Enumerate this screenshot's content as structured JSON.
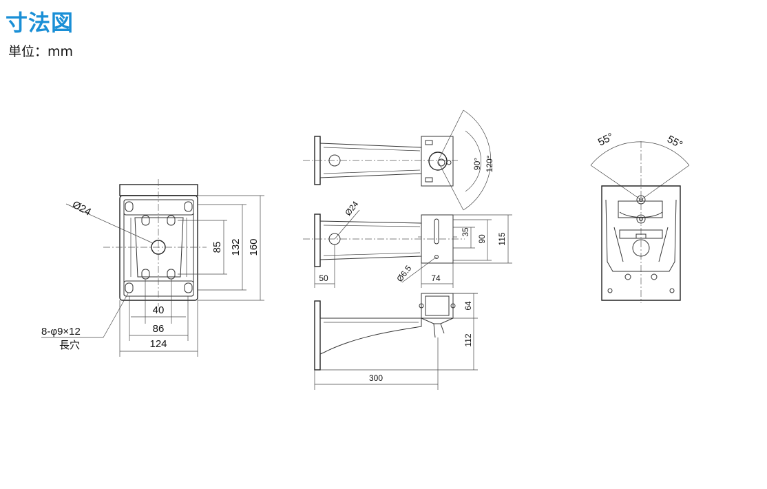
{
  "header": {
    "title": "寸法図",
    "unit": "単位：mm"
  },
  "front_view": {
    "hole_dia": "Ø24",
    "dim_85": "85",
    "dim_132": "132",
    "dim_160": "160",
    "dim_40": "40",
    "dim_86": "86",
    "dim_124": "124",
    "slot_note_1": "8-φ9×12",
    "slot_note_2": "長穴"
  },
  "side_views": {
    "angle_90": "90°",
    "angle_120": "120°",
    "hole_dia": "Ø24",
    "dim_35": "35",
    "dim_90": "90",
    "dim_115": "115",
    "dim_50": "50",
    "screw_dia": "Ø6.5",
    "dim_74": "74",
    "dim_64": "64",
    "dim_112": "112",
    "dim_300": "300"
  },
  "end_view": {
    "angle_left": "55°",
    "angle_right": "55°"
  }
}
